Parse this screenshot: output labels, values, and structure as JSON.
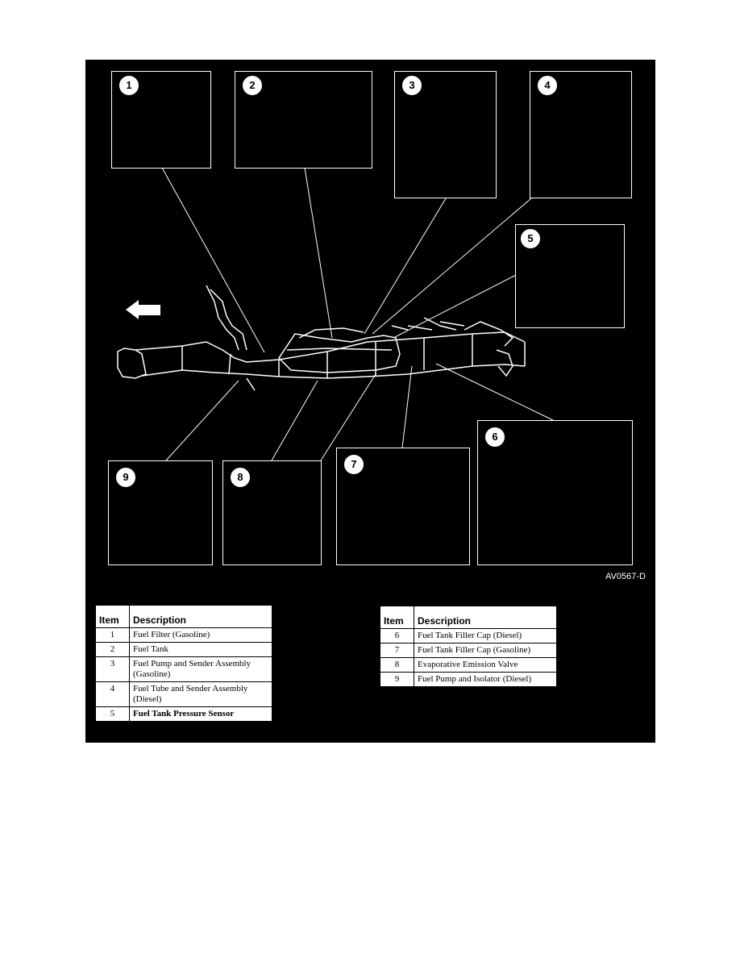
{
  "figure": {
    "reference_code": "AV0567-D",
    "callouts": [
      "1",
      "2",
      "3",
      "4",
      "5",
      "6",
      "7",
      "8",
      "9"
    ]
  },
  "legend": {
    "header_item": "Item",
    "header_description": "Description",
    "left_rows": [
      {
        "item": "1",
        "description": "Fuel Filter (Gasoline)"
      },
      {
        "item": "2",
        "description": "Fuel Tank"
      },
      {
        "item": "3",
        "description": "Fuel Pump and Sender Assembly (Gasoline)"
      },
      {
        "item": "4",
        "description": "Fuel Tube and Sender Assembly (Diesel)"
      },
      {
        "item": "5",
        "description": "Fuel Tank Pressure Sensor"
      }
    ],
    "right_rows": [
      {
        "item": "6",
        "description": "Fuel Tank Filler Cap (Diesel)"
      },
      {
        "item": "7",
        "description": "Fuel Tank Filler Cap (Gasoline)"
      },
      {
        "item": "8",
        "description": "Evaporative Emission Valve"
      },
      {
        "item": "9",
        "description": "Fuel Pump and Isolator (Diesel)"
      }
    ]
  }
}
